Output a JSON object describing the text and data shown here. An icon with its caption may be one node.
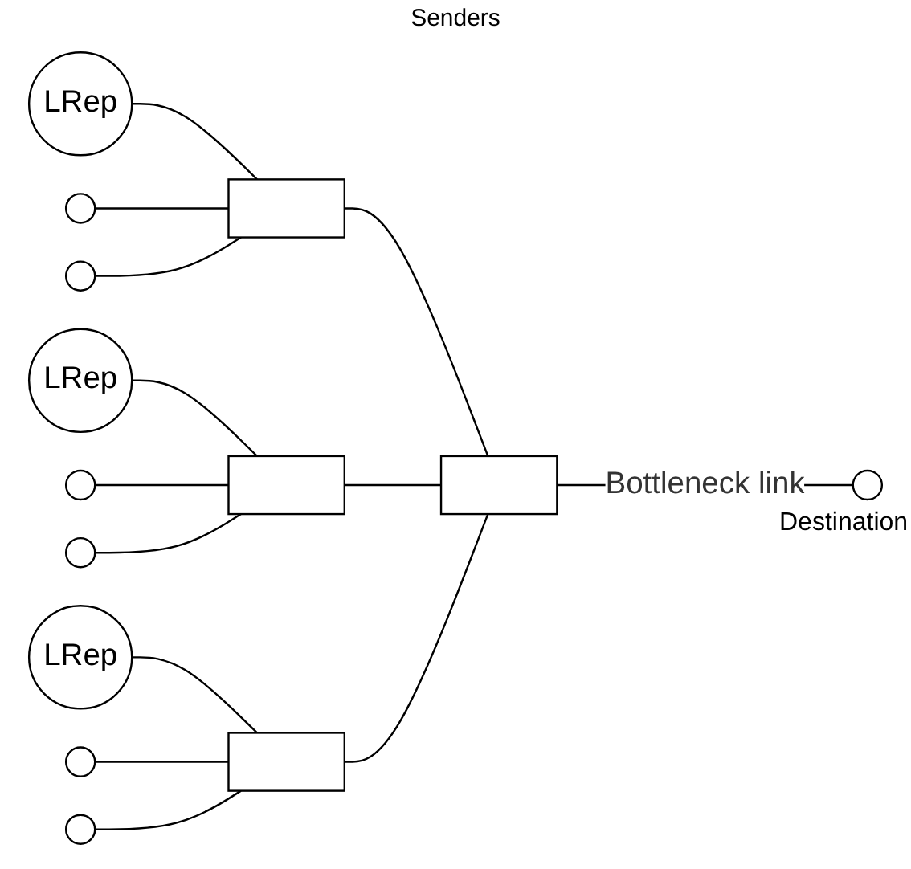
{
  "diagram": {
    "nodes": [
      {
        "text": [
          "LRep"
        ]
      },
      {
        "text": [],
        "shape": "circle"
      },
      {
        "text": [],
        "shape": "circle"
      },
      {
        "text": [],
        "shape": "box"
      },
      {
        "text": [
          "LRep"
        ]
      },
      {
        "text": [],
        "shape": "circle"
      },
      {
        "text": [],
        "shape": "circle"
      },
      {
        "text": [],
        "shape": "box"
      },
      {
        "text": [
          "LRep"
        ]
      },
      {
        "text": [],
        "shape": "circle"
      },
      {
        "text": [],
        "shape": "circle"
      },
      {
        "text": [],
        "shape": "box"
      },
      {
        "text": [],
        "shape": "box"
      },
      {
        "text": [],
        "shape": "circle",
        "beside": [
          "Destination"
        ]
      }
    ],
    "edges": [
      {
        "from": 0,
        "to": 3,
        "arrow": "none"
      },
      {
        "from": 1,
        "to": 3,
        "arrow": "none"
      },
      {
        "from": 2,
        "to": 3,
        "arrow": "none"
      },
      {
        "from": 4,
        "to": 7,
        "arrow": "none"
      },
      {
        "from": 5,
        "to": 7,
        "arrow": "none"
      },
      {
        "from": 6,
        "to": 7,
        "arrow": "none"
      },
      {
        "from": 8,
        "to": 11,
        "arrow": "none"
      },
      {
        "from": 9,
        "to": 11,
        "arrow": "none"
      },
      {
        "from": 10,
        "to": 11,
        "arrow": "none"
      },
      {
        "from": 3,
        "to": 12,
        "arrow": "none"
      },
      {
        "from": 7,
        "to": 12,
        "arrow": "none"
      },
      {
        "from": 11,
        "to": 12,
        "arrow": "none"
      },
      {
        "from": 12,
        "to": 13,
        "arrow": "none",
        "label": "Bottleneck link"
      }
    ],
    "labels": [
      "Senders"
    ]
  }
}
